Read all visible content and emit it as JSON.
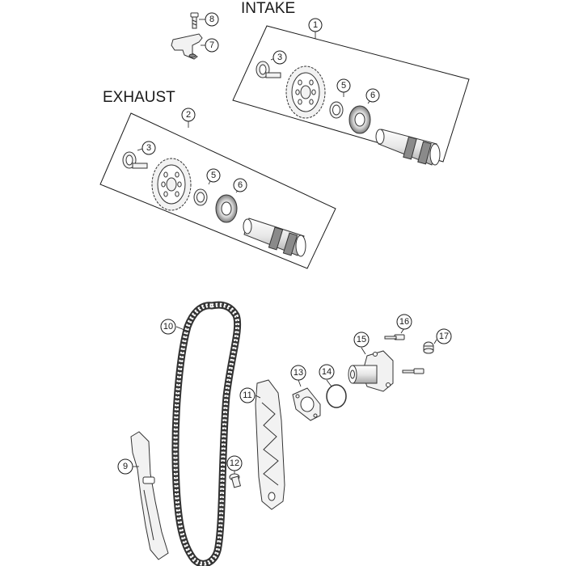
{
  "labels": {
    "intake": "INTAKE",
    "exhaust": "EXHAUST"
  },
  "callouts": {
    "c1": "1",
    "c2": "2",
    "c3a": "3",
    "c3b": "3",
    "c5a": "5",
    "c5b": "5",
    "c6a": "6",
    "c6b": "6",
    "c7": "7",
    "c8": "8",
    "c9": "9",
    "c10": "10",
    "c11": "11",
    "c12": "12",
    "c13": "13",
    "c14": "14",
    "c15": "15",
    "c16": "16",
    "c17": "17"
  }
}
